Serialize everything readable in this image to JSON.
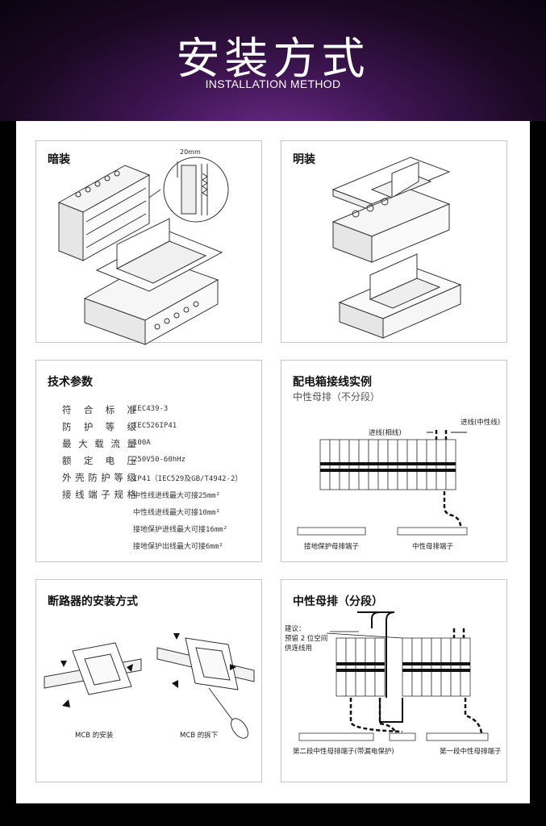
{
  "header": {
    "title_cn": "安装方式",
    "title_en": "INSTALLATION METHOD"
  },
  "panels": {
    "concealed": {
      "title": "暗装",
      "dimension_label": "20mm"
    },
    "surface": {
      "title": "明装"
    },
    "specs": {
      "title": "技术参数",
      "rows": [
        {
          "label": "符合标准",
          "value": "IEC439-3"
        },
        {
          "label": "防护等级",
          "value": "IEC526IP41"
        },
        {
          "label": "最大载流量",
          "value": "100A"
        },
        {
          "label": "额定电压",
          "value": "250V50-60hHz"
        },
        {
          "label": "外壳防护等级",
          "value": "IP41（IEC529及GB/T4942-2）"
        },
        {
          "label": "接线端子规格",
          "value": "中性线进线最大可接25mm²"
        },
        {
          "label": "",
          "value": "中性线进线最大可接10mm²"
        },
        {
          "label": "",
          "value": "接地保护进线最大可接16mm²"
        },
        {
          "label": "",
          "value": "接地保护出线最大可接6mm²"
        }
      ]
    },
    "wiring": {
      "title": "配电箱接线实例",
      "subtitle": "中性母排（不分段）",
      "label_phase_in": "进线(相线)",
      "label_neutral_in": "进线(中性线)",
      "label_ground_bar": "接地保护母排端子",
      "label_neutral_bar": "中性母排端子"
    },
    "breaker": {
      "title": "断路器的安装方式",
      "caption_install": "MCB 的安装",
      "caption_remove": "MCB 的拆下"
    },
    "segmented": {
      "title": "中性母排（分段）",
      "note_line1": "建议：",
      "note_line2": "预留 2 位空间",
      "note_line3": "供连线用",
      "label_second": "第二段中性母排端子(带漏电保护)",
      "label_first": "第一段中性母排端子"
    }
  }
}
